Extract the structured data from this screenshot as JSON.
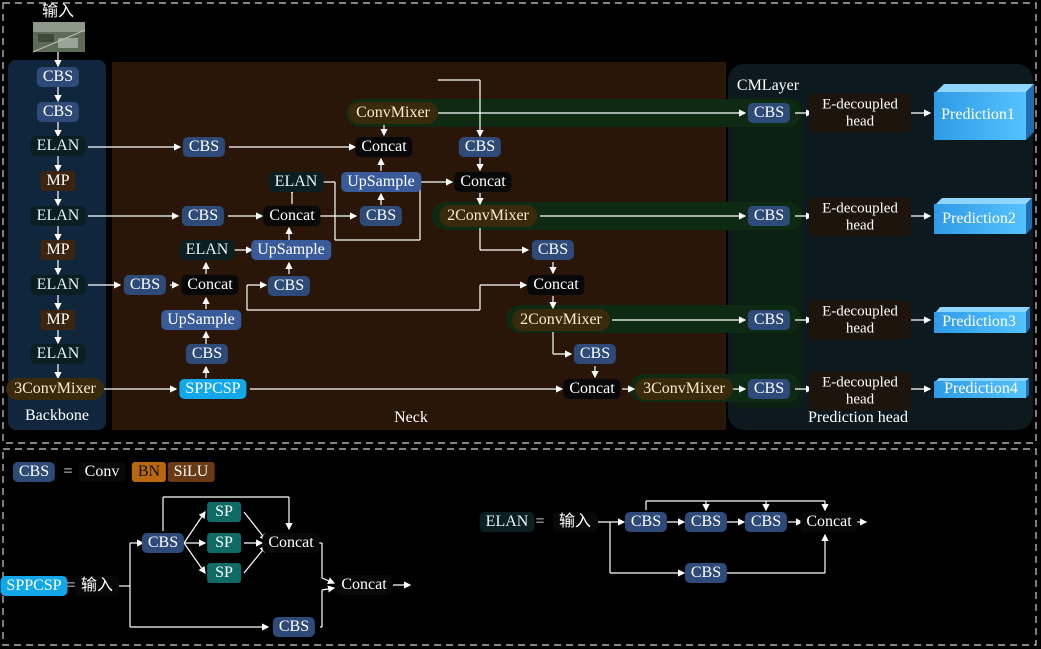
{
  "top": {
    "input_label": "输入",
    "cmlayer_label": "CMLayer"
  },
  "sections": {
    "backbone": "Backbone",
    "neck": "Neck",
    "prediction_head": "Prediction head"
  },
  "backbone": {
    "cbs1": "CBS",
    "cbs2": "CBS",
    "elan1": "ELAN",
    "mp1": "MP",
    "elan2": "ELAN",
    "mp2": "MP",
    "elan3": "ELAN",
    "mp3": "MP",
    "elan4": "ELAN",
    "mixer": "3ConvMixer"
  },
  "neck": {
    "cbs_a": "CBS",
    "cbs_b": "CBS",
    "cbs_c": "CBS",
    "cbs_d": "CBS",
    "cbs_e": "CBS",
    "cbs_f": "CBS",
    "cbs_g": "CBS",
    "cbs_h": "CBS",
    "cbs_i": "CBS",
    "concat1": "Concat",
    "concat2": "Concat",
    "concat3": "Concat",
    "concat4": "Concat",
    "concat5": "Concat",
    "concat6": "Concat",
    "elan_a": "ELAN",
    "elan_b": "ELAN",
    "up1": "UpSample",
    "up2": "UpSample",
    "up3": "UpSample",
    "mixer1": "ConvMixer",
    "mixer2": "2ConvMixer",
    "mixer3": "2ConvMixer",
    "mixer4": "3ConvMixer",
    "sppcsp": "SPPCSP"
  },
  "cm": {
    "cbs1": "CBS",
    "cbs2": "CBS",
    "cbs3": "CBS",
    "cbs4": "CBS"
  },
  "heads": {
    "h1": "E-decoupled head",
    "h2": "E-decoupled head",
    "h3": "E-decoupled head",
    "h4": "E-decoupled head",
    "p1": "Prediction1",
    "p2": "Prediction2",
    "p3": "Prediction3",
    "p4": "Prediction4"
  },
  "legend": {
    "cbs": "CBS",
    "eq1": "=",
    "conv": "Conv",
    "bn": "BN",
    "silu": "SiLU",
    "sppcsp": "SPPCSP",
    "eq2": "=",
    "spp_input": "输入",
    "spp_cbs1": "CBS",
    "sp1": "SP",
    "sp2": "SP",
    "sp3": "SP",
    "spp_concat1": "Concat",
    "spp_concat2": "Concat",
    "spp_cbs2": "CBS",
    "elan": "ELAN",
    "eq3": "=",
    "elan_input": "输入",
    "elan_cbs1": "CBS",
    "elan_cbs2": "CBS",
    "elan_cbs3": "CBS",
    "elan_cbs4": "CBS",
    "elan_concat": "Concat"
  },
  "colors": {
    "cbs": "#2e4a78",
    "mp": "#3b2410",
    "mixer": "#3a2a0c",
    "sppcsp": "#11a7e8",
    "sp": "#0f6b68",
    "bn": "#b8690f",
    "silu": "#6a3a17",
    "prediction": "#38a8f0",
    "neck_bg": "#2a1608",
    "backbone_bg": "#10263c",
    "cmlayer_bg": "#0c2012"
  }
}
